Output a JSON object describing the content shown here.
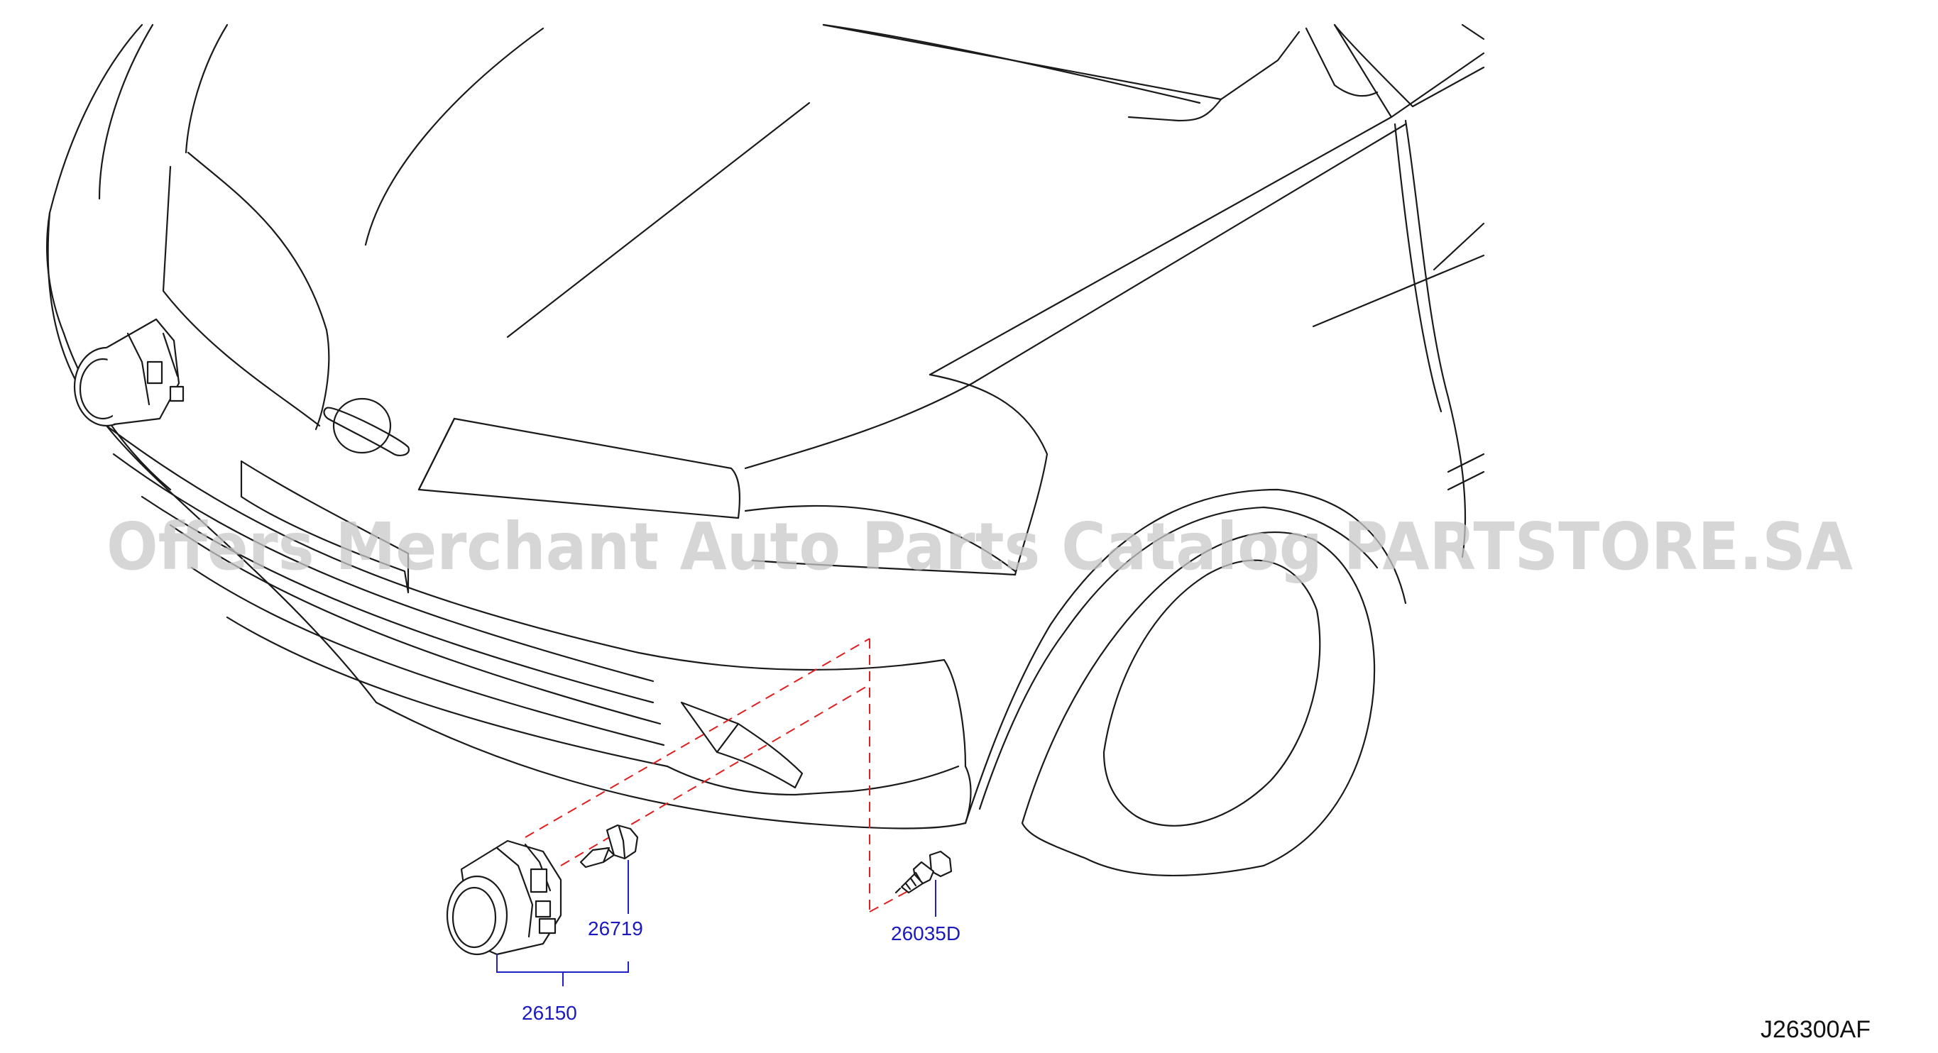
{
  "watermark": "Offers Merchant Auto Parts Catalog PARTSTORE.SA",
  "diagram_id": "J26300AF",
  "parts": [
    {
      "number": "26150",
      "name": "fog-lamp-assembly"
    },
    {
      "number": "26719",
      "name": "bulb"
    },
    {
      "number": "26035D",
      "name": "screw"
    }
  ],
  "colors": {
    "line_art": "#1a1a1a",
    "part_label": "#1a1ac0",
    "guide_dash": "#e02020",
    "watermark": "#c8c8c8"
  }
}
